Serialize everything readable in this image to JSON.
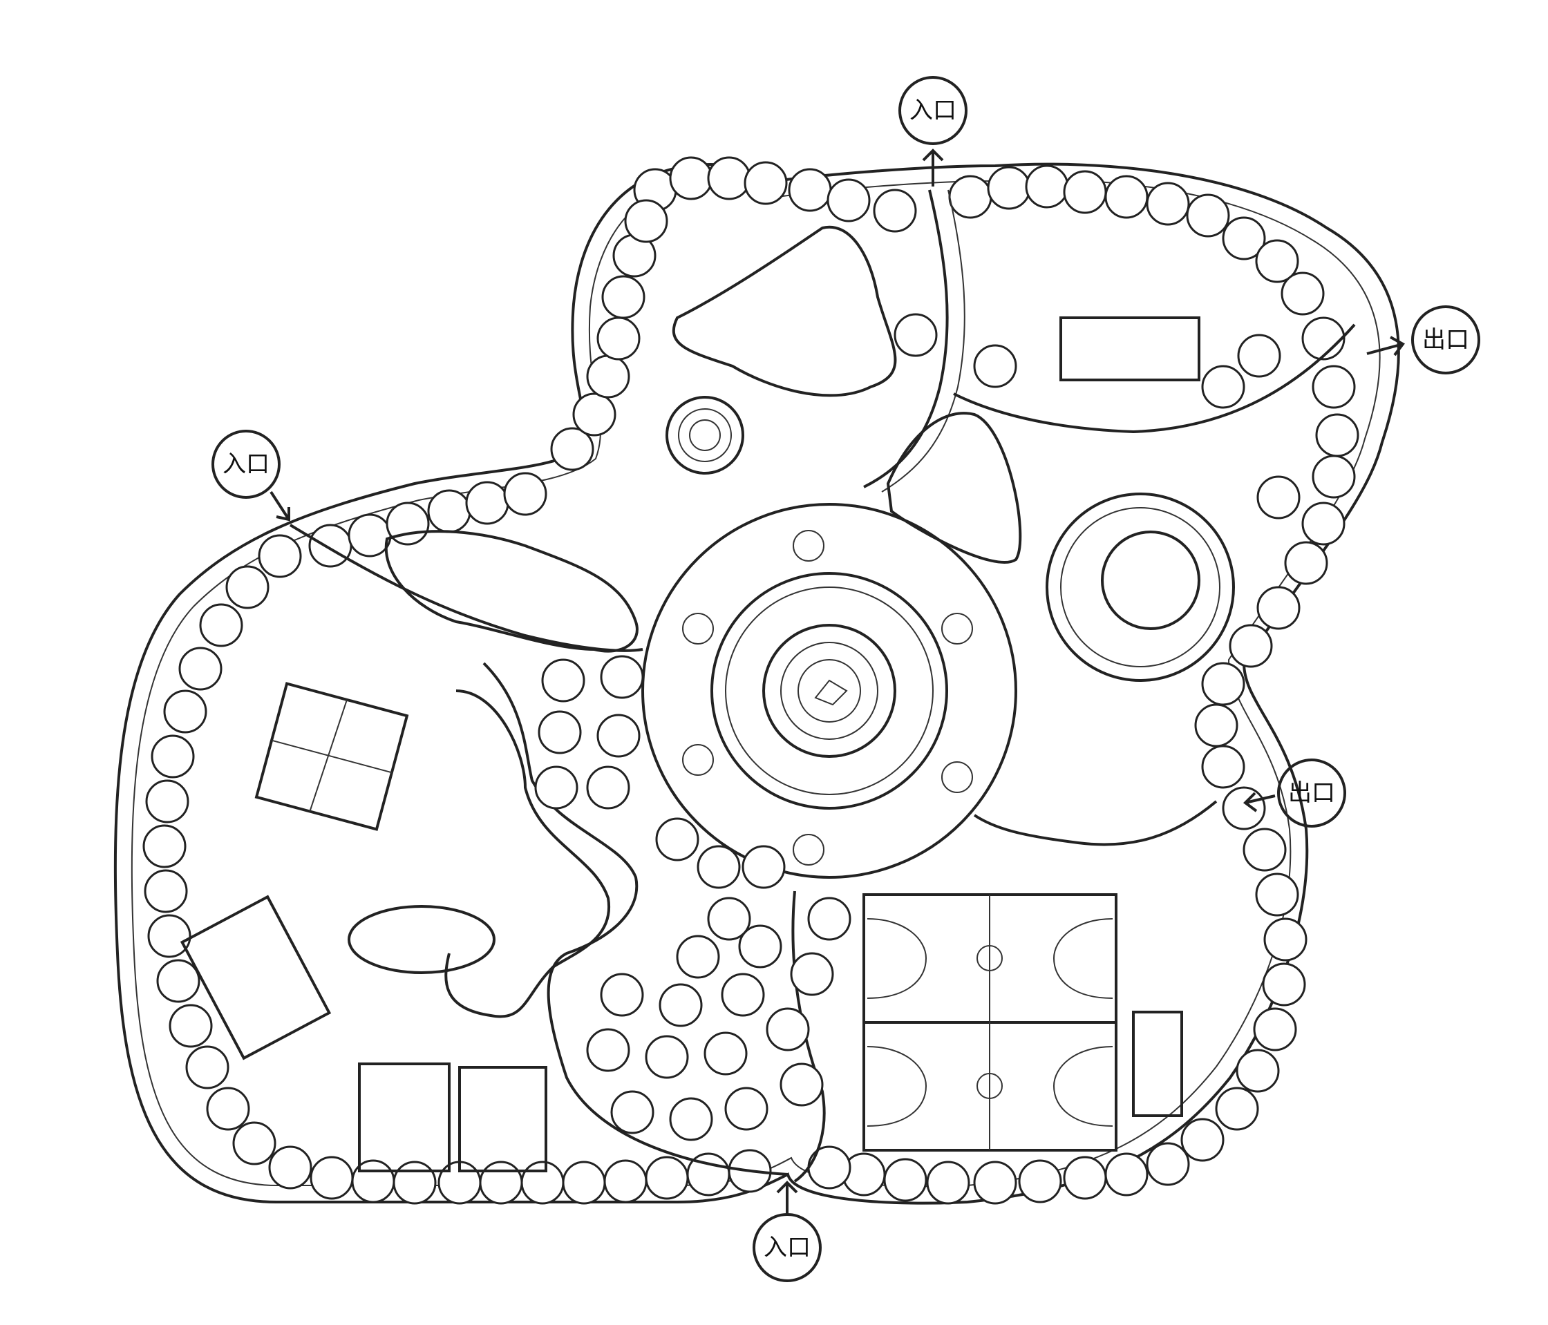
{
  "colors": {
    "line": "#222222",
    "background": "#ffffff"
  },
  "markers": [
    {
      "id": "entrance-north",
      "text": "入口",
      "kind": "entrance"
    },
    {
      "id": "entrance-west",
      "text": "入口",
      "kind": "entrance"
    },
    {
      "id": "entrance-south",
      "text": "入口",
      "kind": "entrance"
    },
    {
      "id": "exit-east-upper",
      "text": "出口",
      "kind": "exit"
    },
    {
      "id": "exit-east-lower",
      "text": "出口",
      "kind": "exit"
    }
  ]
}
